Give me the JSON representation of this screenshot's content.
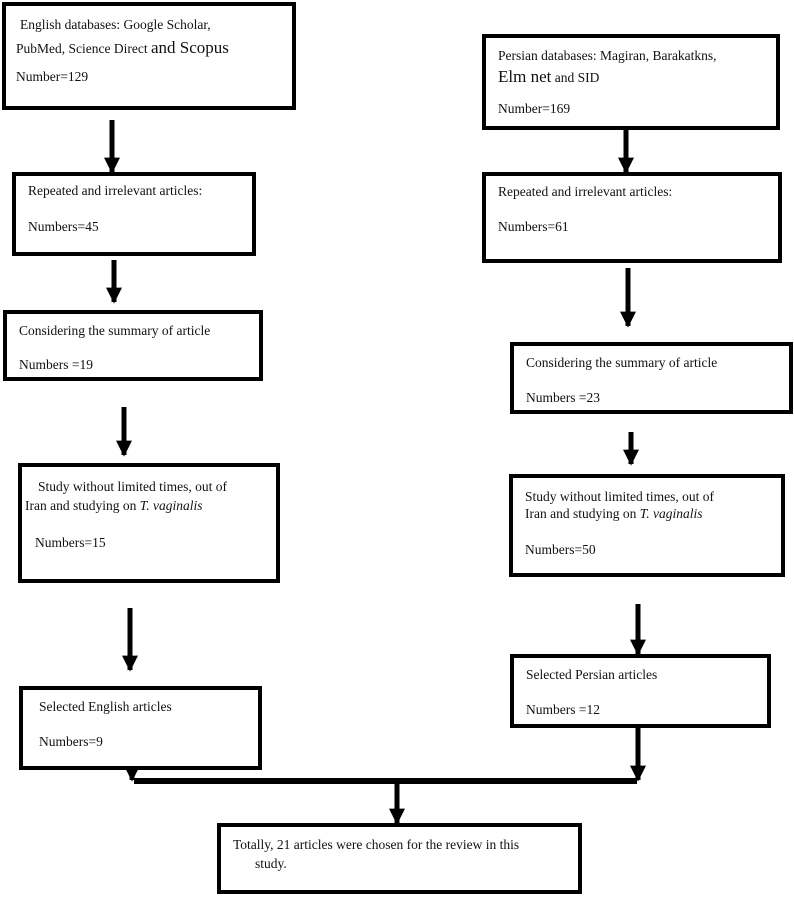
{
  "english": {
    "db_line1": "English databases: Google Scholar,",
    "db_line2_pre": "PubMed, Science Direct ",
    "db_line2_big": "and Scopus",
    "db_number": "Number=129",
    "repeated_label": "Repeated and irrelevant articles:",
    "repeated_number": "Numbers=45",
    "summary_label": "Considering the summary of article",
    "summary_number": "Numbers =19",
    "study_line1": "Study without limited times, out of",
    "study_line2_pre": "Iran and studying on ",
    "study_italic": "T. vaginalis",
    "study_number": "Numbers=15",
    "selected_label": "Selected English articles",
    "selected_number": "Numbers=9"
  },
  "persian": {
    "db_line1": "Persian databases: Magiran, Barakatkns,",
    "db_line2_big": "Elm net",
    "db_line2_post": " and SID",
    "db_number": "Number=169",
    "repeated_label": "Repeated and irrelevant articles:",
    "repeated_number": "Numbers=61",
    "summary_label": "Considering the summary of article",
    "summary_number": "Numbers =23",
    "study_line1": "Study without limited times, out of",
    "study_line2_pre": "Iran and studying on ",
    "study_italic": "T. vaginalis",
    "study_number": "Numbers=50",
    "selected_label": "Selected Persian articles",
    "selected_number": "Numbers =12"
  },
  "final": {
    "line1": "Totally, 21 articles were chosen for the review in this",
    "line2": "study."
  }
}
